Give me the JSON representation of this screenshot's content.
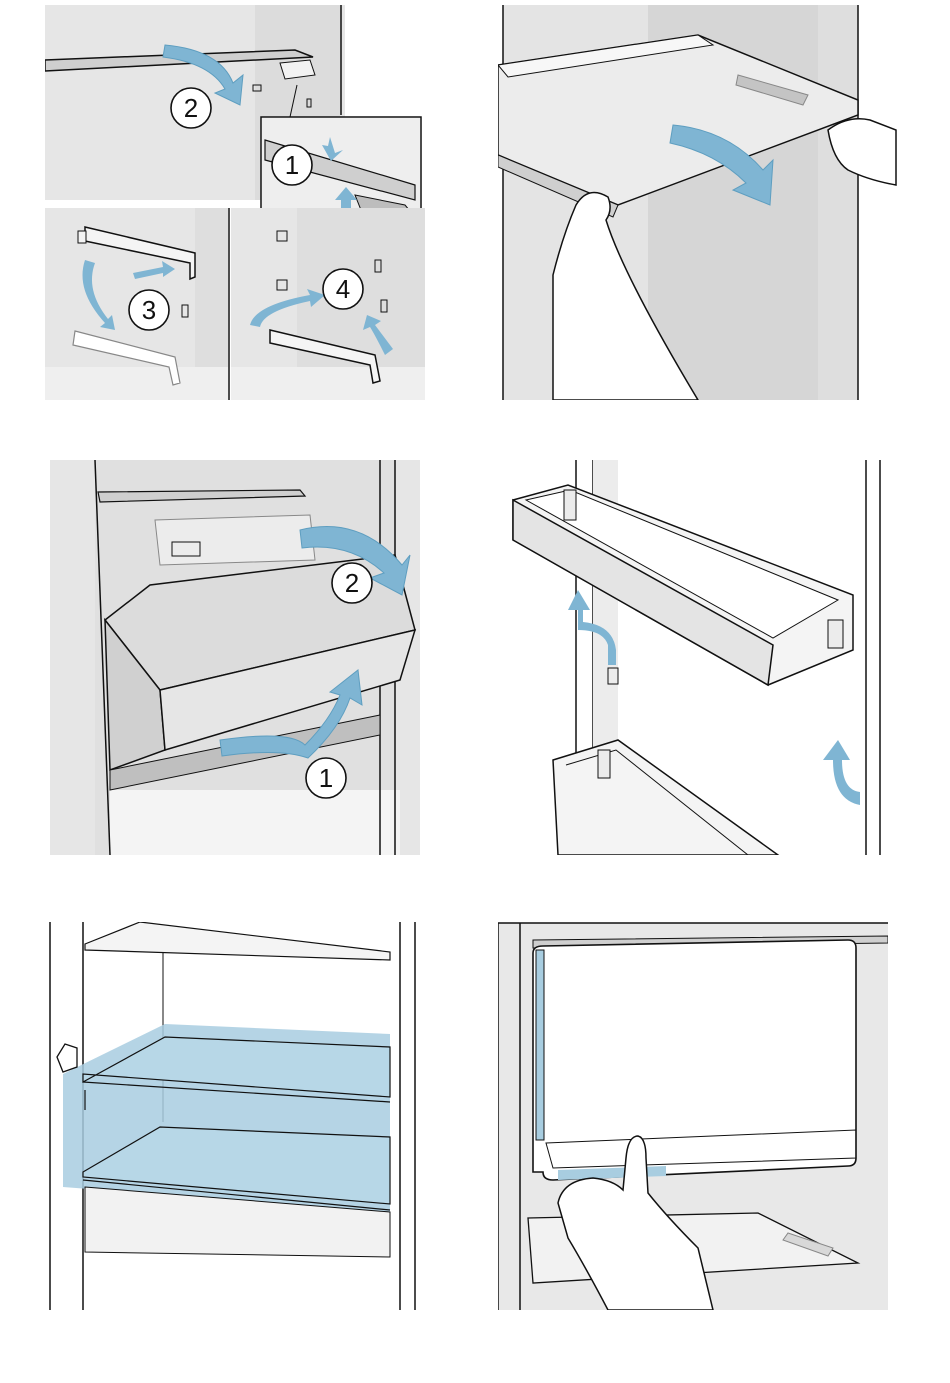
{
  "colors": {
    "accent": "#7fb5d3",
    "accent_fill": "#a8cde0",
    "wall": "#e6e6e6",
    "wall_dark": "#d6d6d6",
    "line": "#111111"
  },
  "panels": [
    {
      "id": "shelf-bracket-removal",
      "step_labels": [
        "2",
        "1",
        "3",
        "4"
      ]
    },
    {
      "id": "glass-shelf-removal",
      "step_labels": []
    },
    {
      "id": "drawer-removal",
      "step_labels": [
        "2",
        "1"
      ]
    },
    {
      "id": "door-rack-removal",
      "step_labels": []
    },
    {
      "id": "shelf-positions",
      "step_labels": []
    },
    {
      "id": "freezer-flap",
      "step_labels": []
    }
  ]
}
